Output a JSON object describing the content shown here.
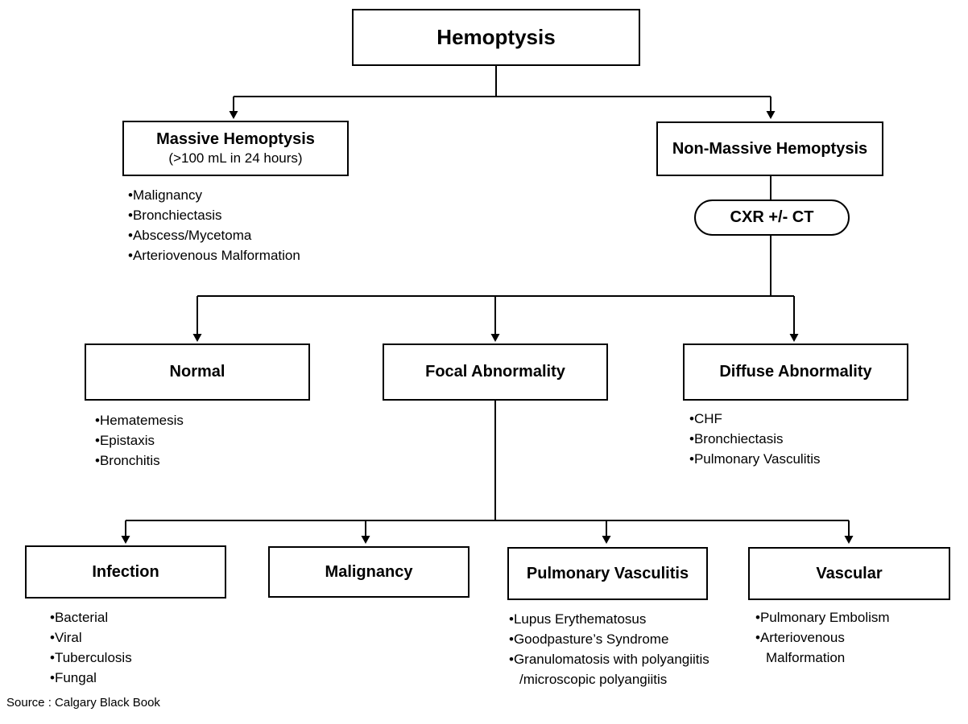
{
  "nodes": {
    "hemoptysis": {
      "title": "Hemoptysis"
    },
    "massive": {
      "title": "Massive Hemoptysis",
      "subtitle": "(>100 mL in 24 hours)",
      "bullets": [
        "Malignancy",
        "Bronchiectasis",
        "Abscess/Mycetoma",
        "Arteriovenous Malformation"
      ]
    },
    "non_massive": {
      "title": "Non-Massive Hemoptysis"
    },
    "cxr": {
      "title": "CXR +/- CT"
    },
    "normal": {
      "title": "Normal",
      "bullets": [
        "Hematemesis",
        "Epistaxis",
        "Bronchitis"
      ]
    },
    "focal": {
      "title": "Focal Abnormality"
    },
    "diffuse": {
      "title": "Diffuse Abnormality",
      "bullets": [
        "CHF",
        "Bronchiectasis",
        "Pulmonary Vasculitis"
      ]
    },
    "infection": {
      "title": "Infection",
      "bullets": [
        "Bacterial",
        "Viral",
        "Tuberculosis",
        "Fungal"
      ]
    },
    "malignancy": {
      "title": "Malignancy"
    },
    "pulmonary_vasculitis": {
      "title": "Pulmonary Vasculitis",
      "bullets": [
        "Lupus Erythematosus",
        "Goodpasture’s Syndrome",
        "Granulomatosis with polyangiitis\n/microscopic polyangiitis"
      ]
    },
    "vascular": {
      "title": "Vascular",
      "bullets": [
        "Pulmonary Embolism",
        "Arteriovenous\nMalformation"
      ]
    }
  },
  "source": "Source : Calgary Black Book",
  "colors": {
    "line": "#000000",
    "background": "#ffffff",
    "text": "#000000"
  }
}
